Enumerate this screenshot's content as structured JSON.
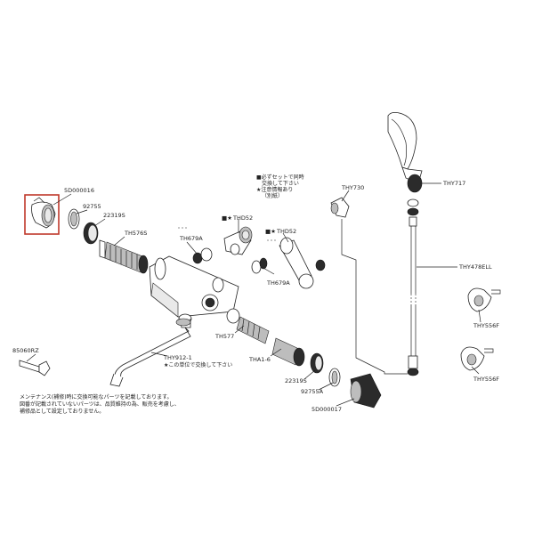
{
  "parts": {
    "p5D000016": "5D000016",
    "p92755": "92755",
    "p22319S": "22319S",
    "pTH576S": "TH576S",
    "pTH679A_1": "TH679A",
    "pTHD52_1": "THD52",
    "pTHD52_2": "THD52",
    "pTH679A_2": "TH679A",
    "pTHY730": "THY730",
    "pTHY717": "THY717",
    "pTHY478ELL": "THY478ELL",
    "pTHY556F_1": "THY556F",
    "pTHY556F_2": "THY556F",
    "pTH577": "TH577",
    "pTHY912": "THY912-1",
    "pTHA1_6": "THA1-6",
    "p22319S_2": "22319S",
    "p92755A": "92755A",
    "p5D000017": "5D000017",
    "p85060RZ": "85060RZ"
  },
  "notes": {
    "set_line1": "■必ずセットで同時",
    "set_line2": "交換して下さい",
    "set_line3": "★注意情報あり",
    "set_line4": "（別紙）",
    "unit_note": "★この単位で交換して下さい",
    "marker_1": "■★",
    "marker_2": "■★",
    "footer_line1": "メンテナンス(補修)時に交換可能なパーツを記載しております。",
    "footer_line2": "図番が記載されていないパーツは、品質維持の為、販売を考慮し、",
    "footer_line3": "補修品として設定しておりません。"
  },
  "colors": {
    "highlight": "#c0392b",
    "line": "#222222"
  }
}
